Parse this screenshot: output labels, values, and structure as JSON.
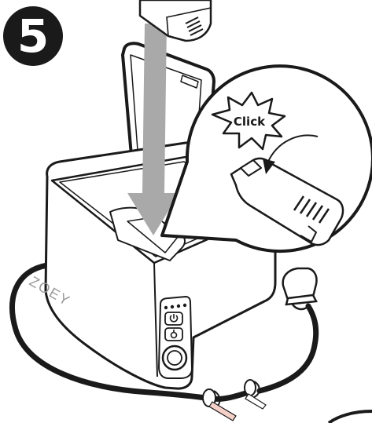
{
  "step": {
    "number": "5"
  },
  "callout": {
    "click_label": "Click"
  },
  "device": {
    "brand": "ZOEY"
  },
  "colors": {
    "ink": "#1a1a1a",
    "arrow_fill": "#a9a9a9",
    "badge_bg": "#1a1a1a",
    "badge_text": "#ffffff",
    "paper": "#ffffff"
  },
  "icons": [
    "power-icon",
    "steam-icon"
  ]
}
